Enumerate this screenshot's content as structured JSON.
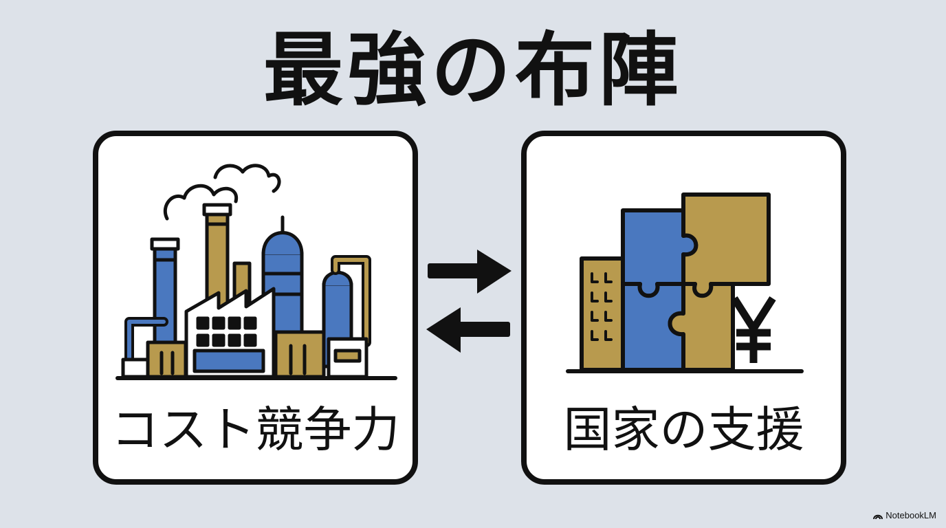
{
  "title": "最強の布陣",
  "left_panel": {
    "caption": "コスト競争力",
    "icon": "factory-icon"
  },
  "right_panel": {
    "caption": "国家の支援",
    "icon": "puzzle-building-yen-icon",
    "symbol": "¥"
  },
  "connector": {
    "icon": "two-way-arrows-icon"
  },
  "watermark": {
    "text": "NotebookLM",
    "icon": "notebooklm-logo-icon"
  },
  "colors": {
    "background": "#dde2e9",
    "ink": "#111111",
    "blue": "#4a78bf",
    "gold": "#b89a4e"
  }
}
